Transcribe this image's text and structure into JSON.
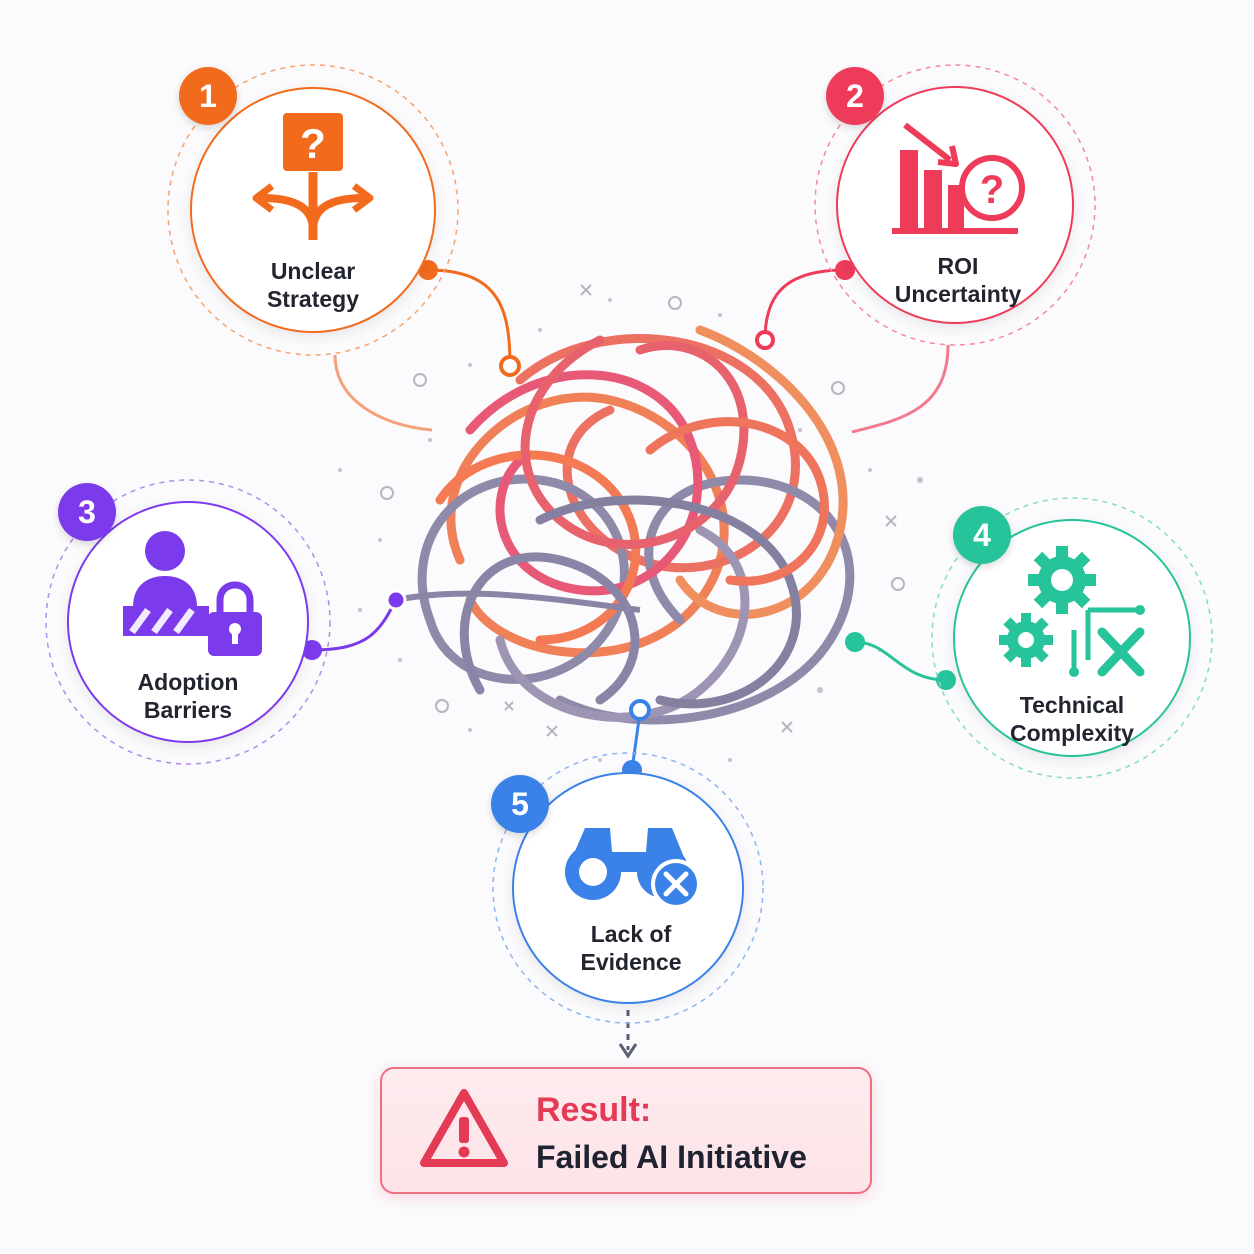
{
  "colors": {
    "strategy": "#f26b1d",
    "roi": "#ef3b5a",
    "adoption": "#7c3aed",
    "technical": "#27c39a",
    "evidence": "#3b82e8",
    "result": "#e43a55"
  },
  "nodes": [
    {
      "number": "1",
      "line1": "Unclear",
      "line2": "Strategy",
      "icon": "question-branch-icon"
    },
    {
      "number": "2",
      "line1": "ROI",
      "line2": "Uncertainty",
      "icon": "declining-chart-question-icon"
    },
    {
      "number": "3",
      "line1": "Adoption",
      "line2": "Barriers",
      "icon": "person-barrier-lock-icon"
    },
    {
      "number": "4",
      "line1": "Technical",
      "line2": "Complexity",
      "icon": "gears-circuit-x-icon"
    },
    {
      "number": "5",
      "line1": "Lack of",
      "line2": "Evidence",
      "icon": "binoculars-x-icon"
    }
  ],
  "result": {
    "title": "Result:",
    "text": "Failed AI Initiative",
    "icon": "warning-triangle-icon"
  }
}
